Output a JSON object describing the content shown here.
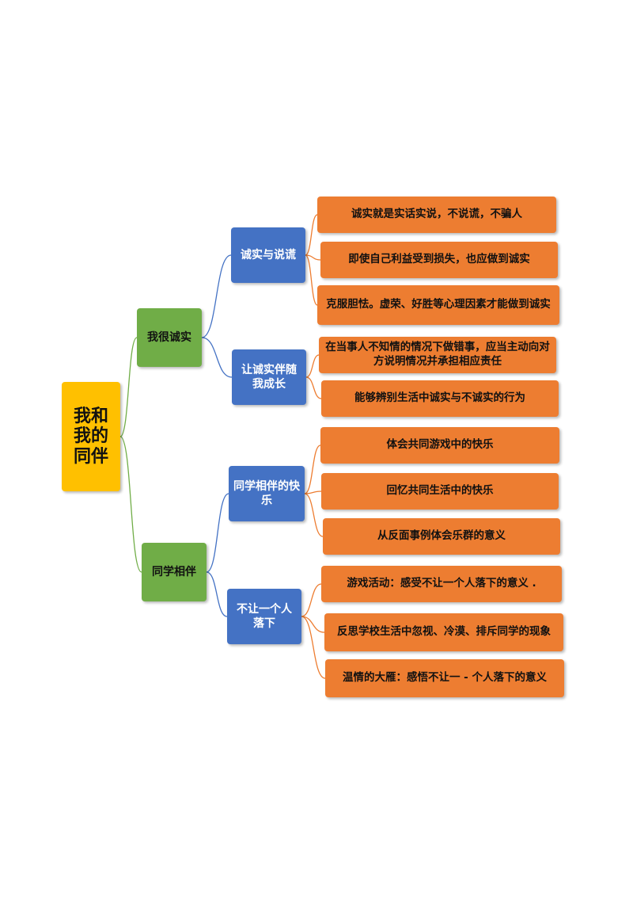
{
  "root": {
    "label": "我和\n我的\n同伴",
    "color": "#FFC000"
  },
  "colors": {
    "level1": "#70AD47",
    "level2": "#4472C4",
    "level3": "#ED7D31",
    "line1": "#70AD47",
    "line2": "#4472C4",
    "line3": "#ED7D31"
  },
  "branches": [
    {
      "label": "我很诚实",
      "topics": [
        {
          "label": "诚实与说谎",
          "items": [
            "诚实就是实话实说，不说谎，不骗人",
            "即使自己利益受到损失，也应做到诚实",
            "克服胆怯。虚荣、好胜等心理因素才能做到诚实"
          ]
        },
        {
          "label": "让诚实伴随我成长",
          "items": [
            "在当事人不知情的情况下做错事，应当主动向对方说明情况并承担相应责任",
            "能够辨别生活中诚实与不诚实的行为"
          ]
        }
      ]
    },
    {
      "label": "同学相伴",
      "topics": [
        {
          "label": "同学相伴的快乐",
          "items": [
            "体会共同游戏中的快乐",
            "回忆共同生活中的快乐",
            "从反面事例体会乐群的意义"
          ]
        },
        {
          "label": "不让一个人落下",
          "items": [
            "游戏活动：感受不让一个人落下的意义 .",
            "反思学校生活中忽视、冷漠、排斥同学的现象",
            "温情的大雁：感悟不让一 - 个人落下的意义"
          ]
        }
      ]
    }
  ]
}
